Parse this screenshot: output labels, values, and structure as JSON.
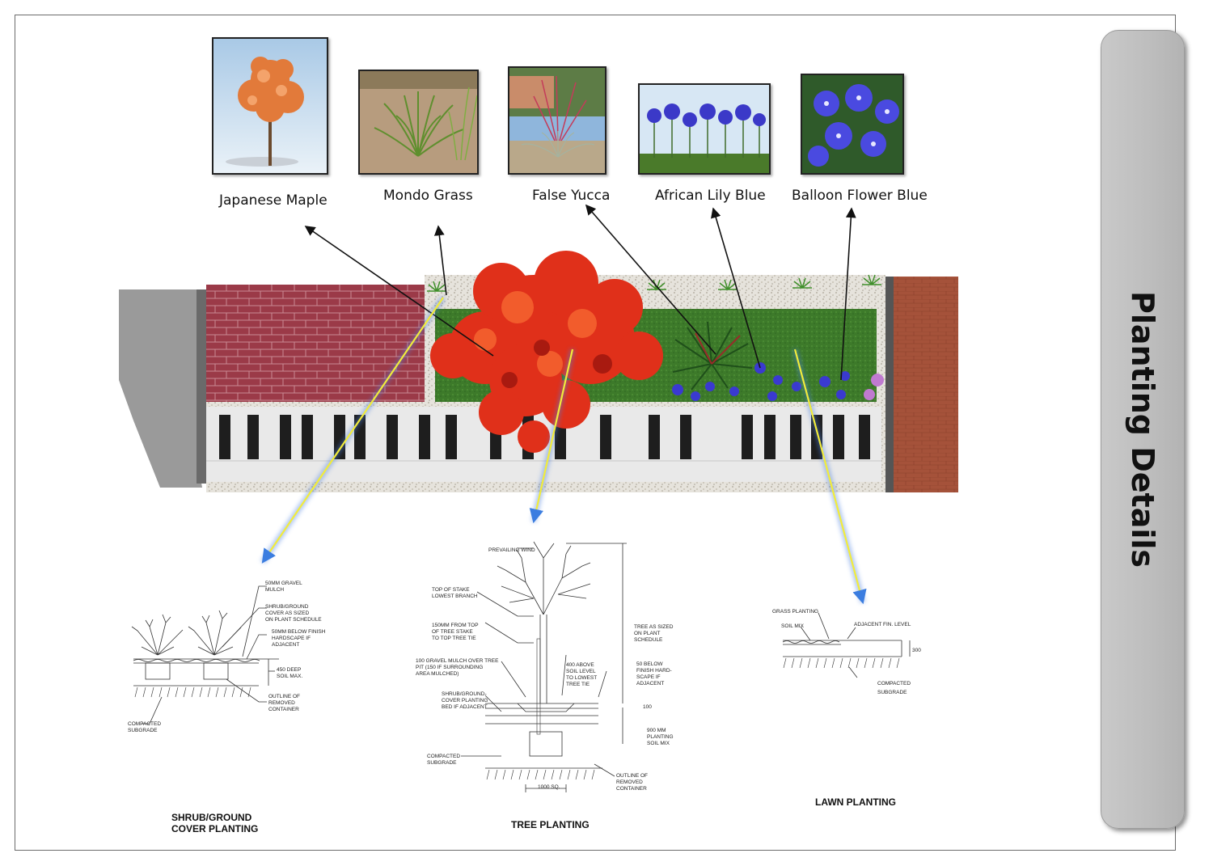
{
  "title": "Planting Details",
  "plants": [
    {
      "name": "Japanese Maple",
      "icon": "tree-photo"
    },
    {
      "name": "Mondo Grass",
      "icon": "grass-photo"
    },
    {
      "name": "False Yucca",
      "icon": "yucca-photo"
    },
    {
      "name": "African Lily Blue",
      "icon": "lily-photo"
    },
    {
      "name": "Balloon Flower Blue",
      "icon": "flower-photo"
    }
  ],
  "details": {
    "shrub": {
      "title_line1": "SHRUB/GROUND",
      "title_line2": "COVER PLANTING",
      "notes": [
        "50MM GRAVEL",
        "MULCH",
        "SHRUB/GROUND",
        "COVER AS SIZED",
        "ON PLANT SCHEDULE",
        "50MM BELOW FINISH",
        "HARDSCAPE IF",
        "ADJACENT",
        "450 DEEP",
        "SOIL MAX.",
        "OUTLINE OF",
        "REMOVED",
        "CONTAINER",
        "COMPACTED",
        "SUBGRADE"
      ]
    },
    "tree": {
      "title": "TREE PLANTING",
      "notes": [
        "PREVAILING WIND",
        "TOP OF STAKE",
        "LOWEST BRANCH",
        "150MM FROM TOP",
        "OF TREE STAKE",
        "TO TOP TREE TIE",
        "TREE AS SIZED",
        "ON PLANT",
        "SCHEDULE",
        "100 GRAVEL MULCH OVER TREE",
        "PIT (150 IF SURROUNDING",
        "AREA MULCHED)",
        "400 ABOVE",
        "SOIL LEVEL",
        "TO LOWEST",
        "TREE TIE",
        "50 BELOW",
        "FINISH HARD-",
        "SCAPE IF",
        "ADJACENT",
        "SHRUB/GROUND-",
        "COVER PLANTING",
        "BED IF ADJACENT",
        "100",
        "900 MM",
        "PLANTING",
        "SOIL MIX",
        "COMPACTED",
        "SUBGRADE",
        "OUTLINE OF",
        "REMOVED",
        "CONTAINER",
        "1000 SQ."
      ]
    },
    "lawn": {
      "title": "LAWN PLANTING",
      "notes": [
        "GRASS PLANTING",
        "SOIL MIX",
        "ADJACENT FIN. LEVEL",
        "300",
        "COMPACTED",
        "SUBGRADE"
      ]
    }
  },
  "colors": {
    "arrow_black": "#111111",
    "arrow_yellow": "#f2ec3a",
    "paver_red": "#9b3a48",
    "brick_wall": "#a5523a",
    "lawn": "#3d7a2a",
    "maple": "#e0301a",
    "flower_blue": "#3a3ad0"
  }
}
